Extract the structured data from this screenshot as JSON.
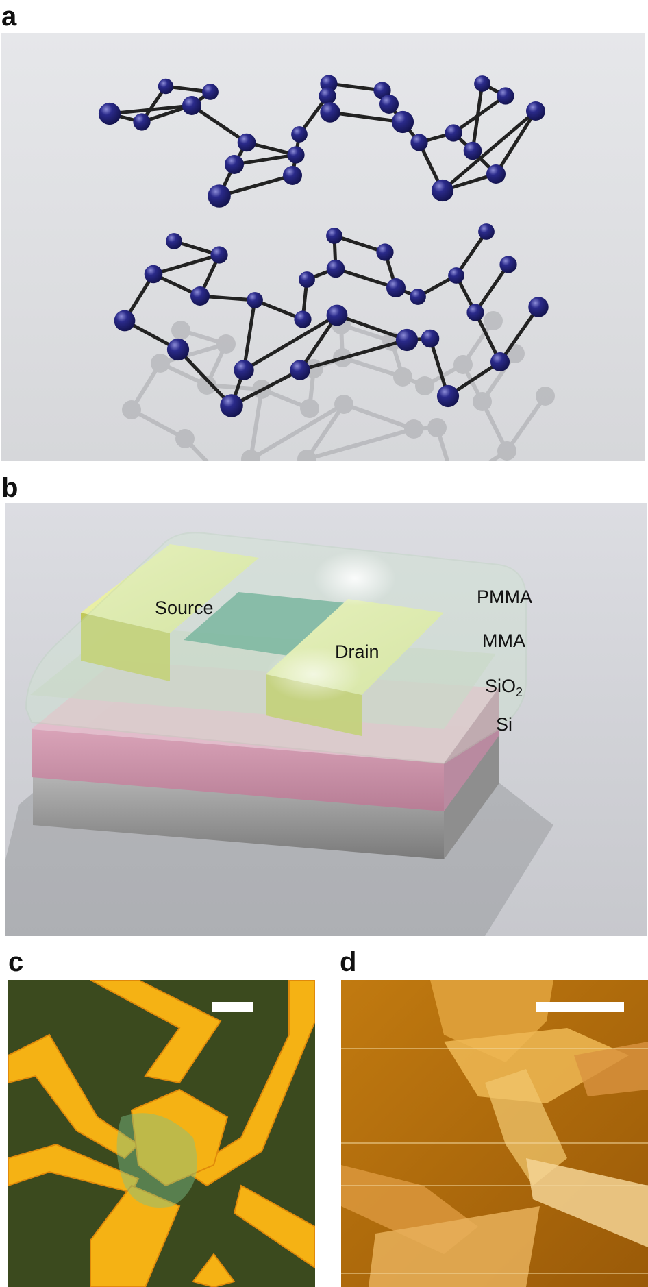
{
  "figure": {
    "panels": [
      {
        "letter": "a"
      },
      {
        "letter": "b",
        "layers": [
          "PMMA",
          "MMA",
          "SiO",
          "Si"
        ],
        "sio2_sub": "2",
        "contacts": [
          "Source",
          "Drain"
        ]
      },
      {
        "letter": "c"
      },
      {
        "letter": "d"
      }
    ]
  },
  "colors": {
    "atom": "#2a2a8a",
    "bond": "#222222",
    "gold": "#f5b214",
    "substrate_green": "#3b4a1e",
    "afm_base": "#b06a0c",
    "pmma": "#cfe8d0",
    "sio2": "#d9a3b8",
    "si": "#9a9a9a"
  }
}
